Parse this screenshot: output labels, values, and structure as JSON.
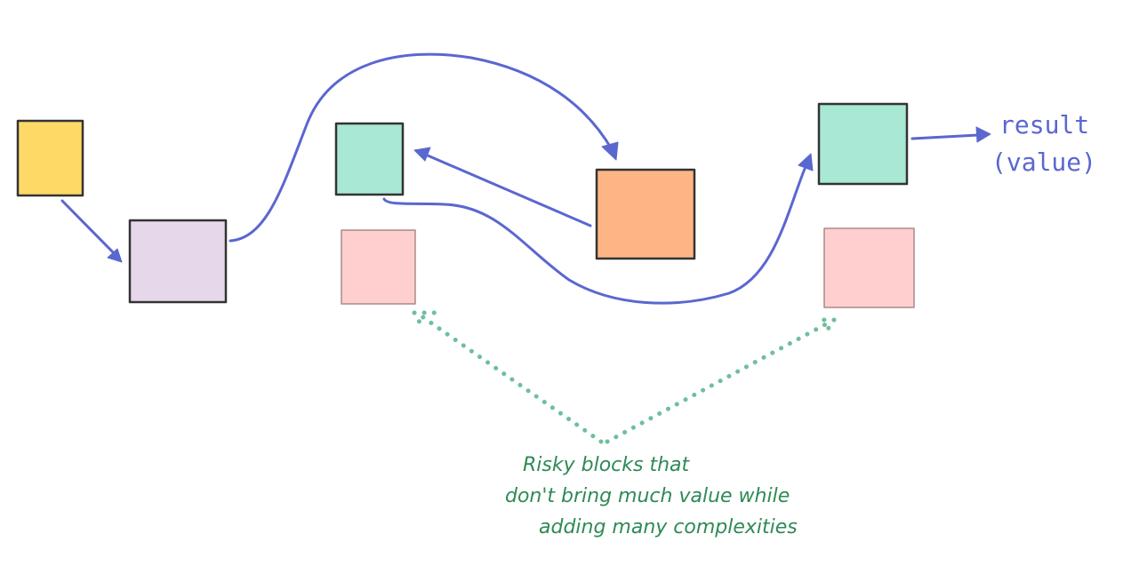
{
  "diagram": {
    "result_label": "result",
    "result_sublabel": "(value)",
    "annotation_lines": [
      "Risky blocks that",
      "don't bring much value while",
      "adding many complexities"
    ],
    "colors": {
      "flow_arrow": "#5a67cf",
      "annotation": "#2f8a55",
      "dotted_pointer": "#6fbf9c",
      "block_yellow": "#ffd966",
      "block_lilac": "#e7d7ea",
      "block_mint": "#a8e8d4",
      "block_orange": "#fdb585",
      "block_pink": "#ffcfcf"
    }
  }
}
